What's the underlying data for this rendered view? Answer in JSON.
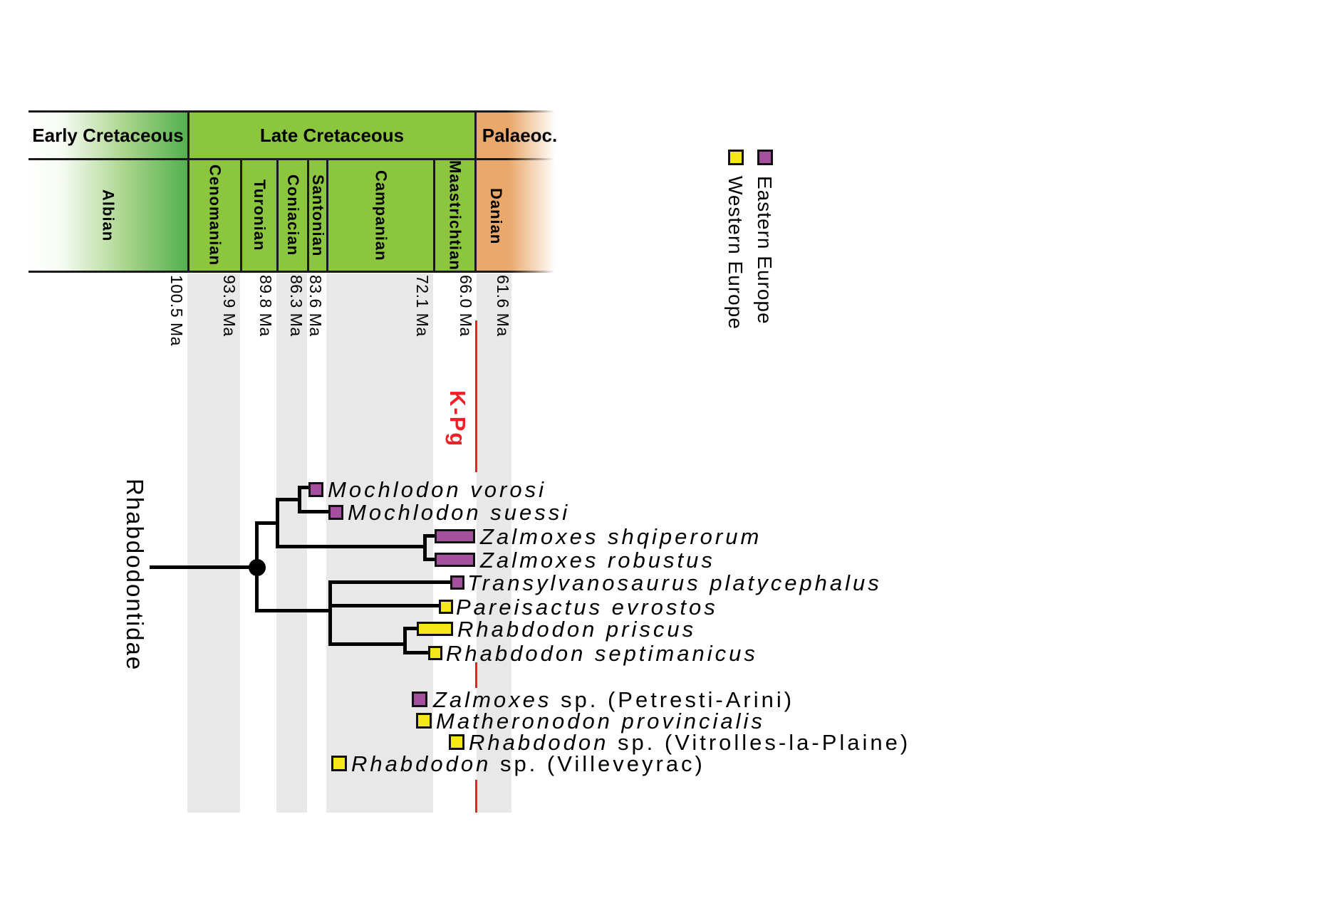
{
  "clade_label": "Rhabdodontidae",
  "kpg_label": "K-Pg",
  "colors": {
    "late_cretaceous_green": "#8CC63F",
    "albian_gradient_green": "#54B04F",
    "paleocene_orange": "#E9A96C",
    "eastern_europe_purple": "#A4509E",
    "western_europe_yellow": "#F5E71A",
    "kpg_red": "#EC2027",
    "stripe_gray": "#E8E8E8"
  },
  "timescale": {
    "periods": [
      {
        "label": "Early Cretaceous"
      },
      {
        "label": "Late Cretaceous"
      },
      {
        "label": "Palaeoc."
      }
    ],
    "stages": [
      {
        "label": "Albian"
      },
      {
        "label": "Cenomanian"
      },
      {
        "label": "Turonian"
      },
      {
        "label": "Coniacian"
      },
      {
        "label": "Santonian"
      },
      {
        "label": "Campanian"
      },
      {
        "label": "Maastrichtian"
      },
      {
        "label": "Danian"
      }
    ],
    "ticks": [
      {
        "label": "100.5 Ma"
      },
      {
        "label": "93.9 Ma"
      },
      {
        "label": "89.8 Ma"
      },
      {
        "label": "86.3 Ma"
      },
      {
        "label": "83.6 Ma"
      },
      {
        "label": "72.1 Ma"
      },
      {
        "label": "66.0 Ma"
      },
      {
        "label": "61.6 Ma"
      }
    ]
  },
  "legend": {
    "eastern_label": "Eastern Europe",
    "western_label": "Western Europe"
  },
  "tree_taxa": [
    {
      "name": "Mochlodon vorosi",
      "region": "Eastern Europe"
    },
    {
      "name": "Mochlodon suessi",
      "region": "Eastern Europe"
    },
    {
      "name": "Zalmoxes shqiperorum",
      "region": "Eastern Europe"
    },
    {
      "name": "Zalmoxes robustus",
      "region": "Eastern Europe"
    },
    {
      "name": "Transylvanosaurus platycephalus",
      "region": "Eastern Europe"
    },
    {
      "name": "Pareisactus evrostos",
      "region": "Western Europe"
    },
    {
      "name": "Rhabdodon priscus",
      "region": "Western Europe"
    },
    {
      "name": "Rhabdodon septimanicus",
      "region": "Western Europe"
    }
  ],
  "occurrences": [
    {
      "italic": "Zalmoxes",
      "regular": " sp. (Petresti-Arini)",
      "region": "Eastern Europe"
    },
    {
      "italic": "Matheronodon provincialis",
      "regular": "",
      "region": "Western Europe"
    },
    {
      "italic": "Rhabdodon",
      "regular": " sp. (Vitrolles-la-Plaine)",
      "region": "Western Europe"
    },
    {
      "italic": "Rhabdodon",
      "regular": " sp. (Villeveyrac)",
      "region": "Western Europe"
    }
  ]
}
